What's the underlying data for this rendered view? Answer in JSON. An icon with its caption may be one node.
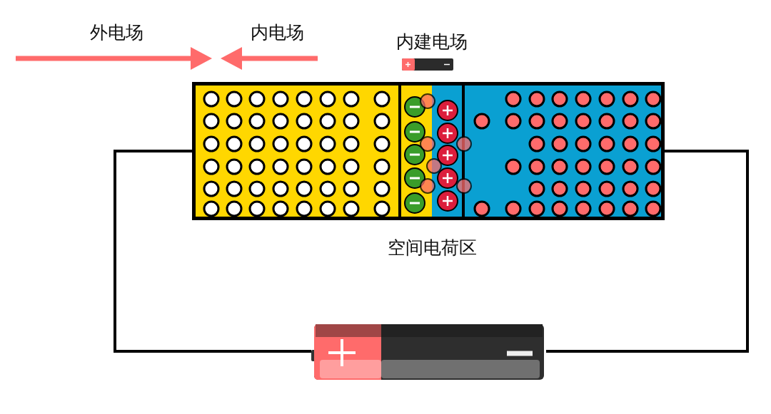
{
  "diagram": {
    "nodes": [
      {
        "text": [],
        "shape": "box"
      },
      {
        "text": [],
        "shape": "picture"
      }
    ],
    "edges": [
      {
        "from": 1,
        "to": 0,
        "arrow": "none"
      },
      {
        "from": 1,
        "to": 0,
        "arrow": "none"
      }
    ],
    "labels": [
      "外电场",
      "内电场",
      "内建电场",
      "空间电荷区"
    ]
  }
}
